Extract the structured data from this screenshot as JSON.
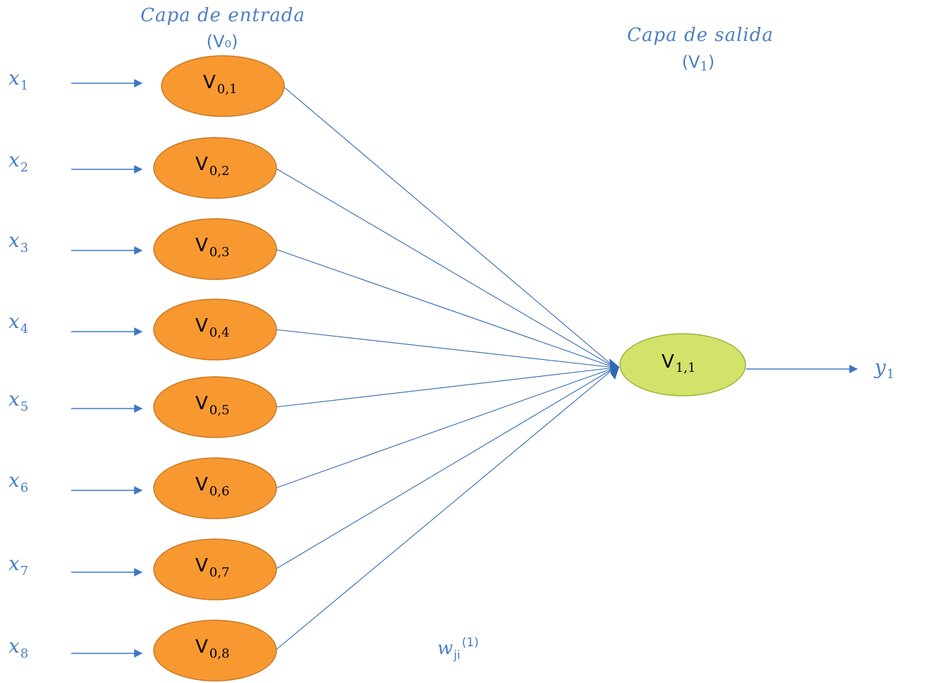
{
  "colors": {
    "input_node_fill": "#f79831",
    "input_node_stroke": "#c97a26",
    "output_node_fill": "#d2e26a",
    "output_node_stroke": "#9fb33a",
    "text_blue": "#4a7fc4",
    "arrow_blue": "#3b78c6",
    "connection_line": "#2f6ab3"
  },
  "input_layer": {
    "title": "Capa de entrada",
    "symbol": "(V₀)"
  },
  "output_layer": {
    "title": "Capa de salida",
    "symbol_open": "(V",
    "symbol_sub": "1",
    "symbol_close": ")"
  },
  "inputs": [
    {
      "var": "x",
      "sub": "1"
    },
    {
      "var": "x",
      "sub": "2"
    },
    {
      "var": "x",
      "sub": "3"
    },
    {
      "var": "x",
      "sub": "4"
    },
    {
      "var": "x",
      "sub": "5"
    },
    {
      "var": "x",
      "sub": "6"
    },
    {
      "var": "x",
      "sub": "7"
    },
    {
      "var": "x",
      "sub": "8"
    }
  ],
  "input_nodes": [
    {
      "main": "V",
      "sub": "0,1"
    },
    {
      "main": "V",
      "sub": "0,2"
    },
    {
      "main": "V",
      "sub": "0,3"
    },
    {
      "main": "V",
      "sub": "0,4"
    },
    {
      "main": "V",
      "sub": "0,5"
    },
    {
      "main": "V",
      "sub": "0,6"
    },
    {
      "main": "V",
      "sub": "0,7"
    },
    {
      "main": "V",
      "sub": "0,8"
    }
  ],
  "output_node": {
    "main": "V",
    "sub": "1,1"
  },
  "output": {
    "var": "y",
    "sub": "1"
  },
  "weight": {
    "var": "w",
    "sub": "ji",
    "sup": "(1)"
  }
}
